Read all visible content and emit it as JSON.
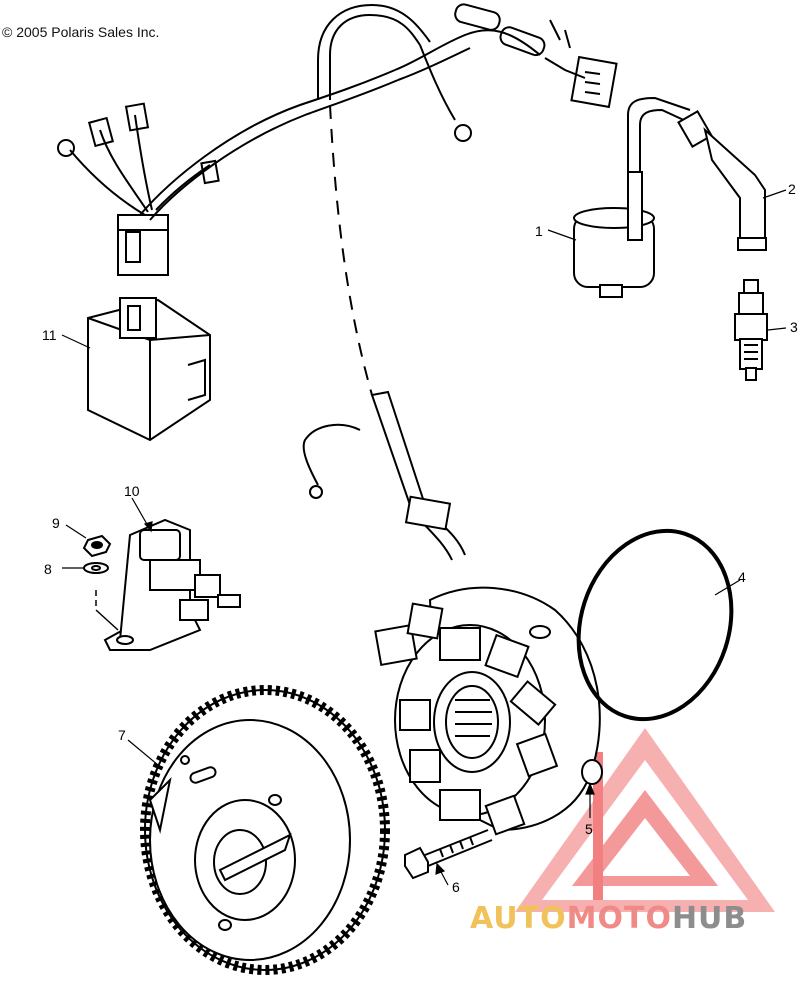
{
  "copyright": "© 2005 Polaris Sales Inc.",
  "callouts": [
    "1",
    "2",
    "3",
    "4",
    "5",
    "6",
    "7",
    "8",
    "9",
    "10",
    "11"
  ],
  "watermark": {
    "part_a": "AUTO",
    "part_b": "MOTO",
    "part_c": "HUB",
    "colors": {
      "auto": "#f2c25a",
      "moto": "#ef8a86",
      "hub": "#8d8d8d",
      "logo": "#f06a6a"
    }
  }
}
